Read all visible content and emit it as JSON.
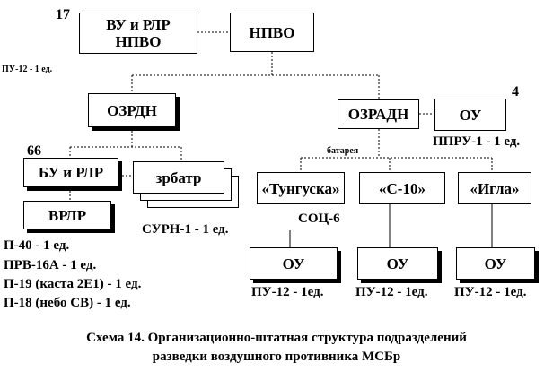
{
  "nodes": {
    "vu_rlr": "ВУ и РЛР\nНПВО",
    "npvo": "НПВО",
    "ozrdn": "ОЗРДН",
    "ozradn": "ОЗРАДН",
    "ou_top": "ОУ",
    "bu_rlr": "БУ и РЛР",
    "zrbatr": "зрбатр",
    "vrlr": "ВРЛР",
    "tunguska": "«Тунгуска»",
    "s10": "«С-10»",
    "igla": "«Игла»",
    "ou1": "ОУ",
    "ou2": "ОУ",
    "ou3": "ОУ"
  },
  "labels": {
    "num17": "17",
    "num4": "4",
    "num66": "66",
    "pu12_top": "ПУ-12  - 1 ед.",
    "ppru": "ППРУ-1 - 1 ед.",
    "batareya": "батарея",
    "surn": "СУРН-1 - 1 ед.",
    "soc6": "СОЦ-6",
    "p40": "П-40 - 1 ед.",
    "prv16a": "ПРВ-16А - 1 ед.",
    "p19": "П-19 (каста 2Е1) - 1 ед.",
    "p18": "П-18 (небо СВ) - 1 ед.",
    "pu12_1": "ПУ-12 - 1ед.",
    "pu12_2": "ПУ-12 - 1ед.",
    "pu12_3": "ПУ-12 - 1ед."
  },
  "caption": {
    "line1": "Схема 14. Организационно-штатная структура подразделений",
    "line2": "разведки воздушного противника МСБр"
  }
}
